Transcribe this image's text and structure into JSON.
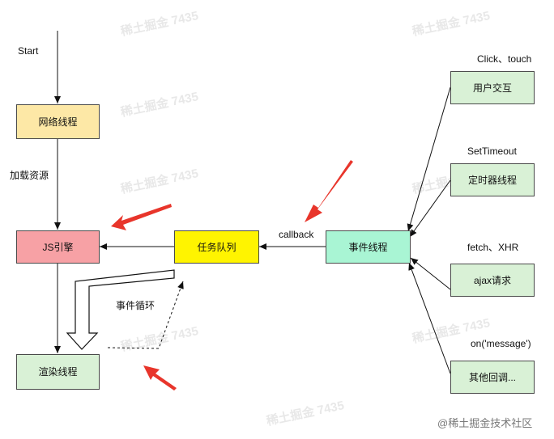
{
  "nodes": {
    "network": {
      "label": "网络线程",
      "color": "#fde8a6"
    },
    "js": {
      "label": "JS引擎",
      "color": "#f7a1a5"
    },
    "render": {
      "label": "渲染线程",
      "color": "#d9f1d6"
    },
    "queue": {
      "label": "任务队列",
      "color": "#fff400"
    },
    "event": {
      "label": "事件线程",
      "color": "#a9f5d4"
    },
    "user": {
      "label": "用户交互",
      "color": "#d9f1d6"
    },
    "timer": {
      "label": "定时器线程",
      "color": "#d9f1d6"
    },
    "ajax": {
      "label": "ajax请求",
      "color": "#d9f1d6"
    },
    "other": {
      "label": "其他回调...",
      "color": "#d9f1d6"
    }
  },
  "labels": {
    "start": "Start",
    "load": "加载资源",
    "callback": "callback",
    "loop": "事件循环",
    "click": "Click、touch",
    "settimeout": "SetTimeout",
    "fetch": "fetch、XHR",
    "message": "on('message')"
  },
  "watermark": "稀土掘金 7435",
  "credit": "@稀土掘金技术社区"
}
